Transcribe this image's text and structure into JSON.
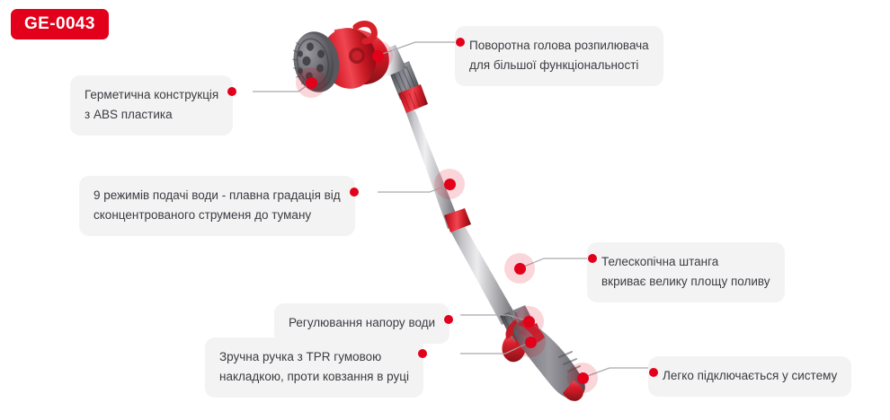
{
  "badge": {
    "label": "GE-0043",
    "color": "#E2001A",
    "text_color": "#FFFFFF"
  },
  "theme": {
    "background": "#FFFFFF",
    "callout_background": "#F3F3F4",
    "callout_text": "#3C3C41",
    "accent": "#E2001A",
    "leader_line": "#A9A9AD"
  },
  "product": {
    "name": "telescopic-garden-water-spray-wand",
    "colors": {
      "body_red": "#D8202B",
      "body_red_dark": "#9E1018",
      "grip_gray": "#7A7A80",
      "grip_gray_dark": "#55555A",
      "pole_chrome_light": "#E2E2E4",
      "pole_chrome_mid": "#B4B4B8",
      "pole_chrome_dark": "#76767C",
      "nozzle_face": "#6E6E74"
    }
  },
  "callouts": [
    {
      "id": "rotating-spray-head",
      "lines": [
        "Поворотна голова розпилювача",
        "для більшої функціональності"
      ],
      "dot_side": "left"
    },
    {
      "id": "abs-sealed-construction",
      "lines": [
        "Герметична конструкція",
        "з ABS пластика"
      ],
      "dot_side": "right"
    },
    {
      "id": "nine-spray-modes",
      "lines": [
        "9 режимів подачі води - плавна градація від",
        "сконцентрованого струменя до туману"
      ],
      "dot_side": "right"
    },
    {
      "id": "telescopic-pole",
      "lines": [
        "Телескопічна штанга",
        "вкриває велику площу поливу"
      ],
      "dot_side": "left"
    },
    {
      "id": "water-pressure-control",
      "lines": [
        "Регулювання напору води"
      ],
      "dot_side": "right"
    },
    {
      "id": "tpr-rubber-handle",
      "lines": [
        "Зручна ручка з TPR гумовою",
        "накладкою, проти ковзання в руці"
      ],
      "dot_side": "right"
    },
    {
      "id": "easy-system-connection",
      "lines": [
        "Легко підключається у систему"
      ],
      "dot_side": "left"
    }
  ]
}
